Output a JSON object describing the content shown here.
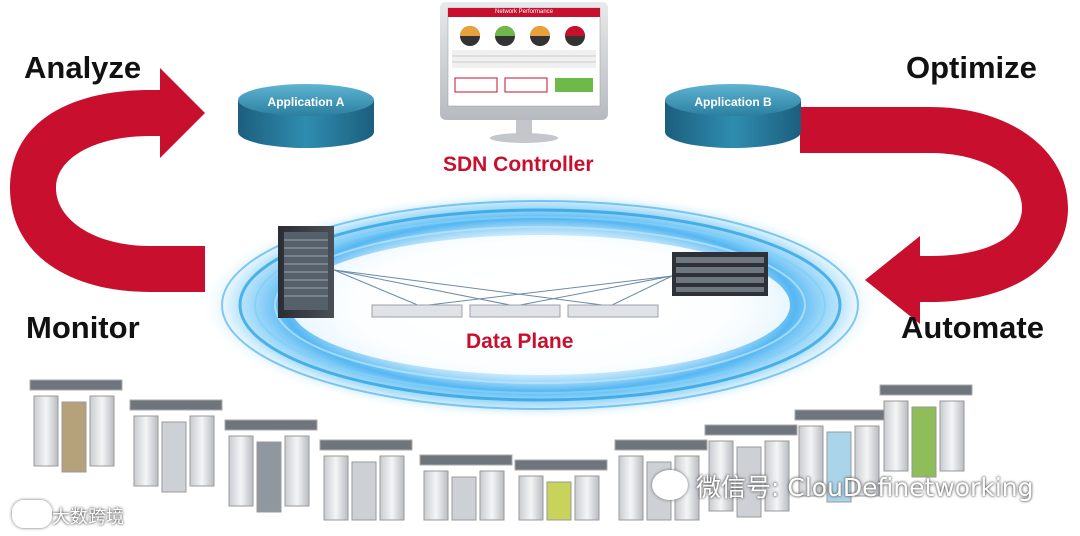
{
  "cycle": {
    "analyze": "Analyze",
    "optimize": "Optimize",
    "monitor": "Monitor",
    "automate": "Automate"
  },
  "controller": {
    "label": "SDN Controller",
    "screen_title": "Network Performance",
    "gauges": 4
  },
  "applications": {
    "a": "Application A",
    "b": "Application B"
  },
  "data_plane": {
    "label": "Data Plane"
  },
  "watermarks": {
    "left": "大数跨境",
    "right": "微信号: ClouDefinetworking"
  },
  "colors": {
    "arrow_red": "#c8102e",
    "ring_blue": "#1e9be0",
    "cylinder_teal": "#2b8cad",
    "label_red": "#c8102e"
  }
}
